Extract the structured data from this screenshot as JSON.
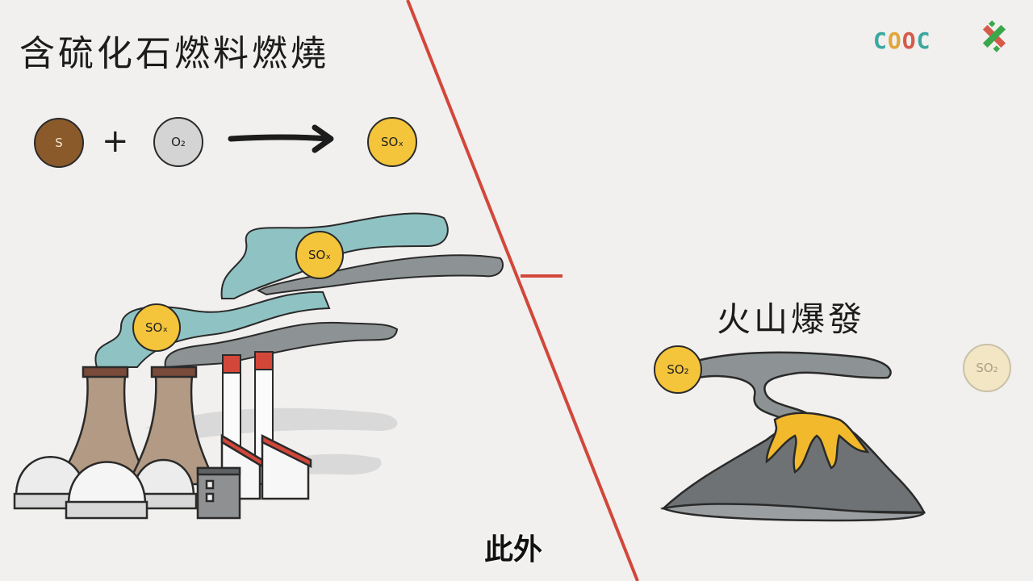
{
  "left_panel": {
    "title": "含硫化石燃料燃燒",
    "equation": {
      "reactant1": "S",
      "plus": "+",
      "reactant2": "O₂",
      "product": "SOₓ"
    },
    "factory_labels": [
      "SOₓ",
      "SOₓ"
    ]
  },
  "right_panel": {
    "title": "火山爆發",
    "labels": [
      "SO₂",
      "SO₂"
    ]
  },
  "subtitle": "此外",
  "logo": {
    "letters": [
      "C",
      "O",
      "O",
      "C"
    ]
  },
  "colors": {
    "divider": "#d2473a",
    "smoke_teal": "#8fc2c3",
    "smoke_gray": "#8d9394",
    "sulfur": "#8a5a2a",
    "oxide": "#f4c43a"
  }
}
